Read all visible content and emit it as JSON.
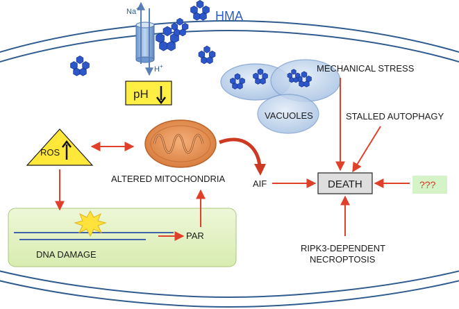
{
  "labels": {
    "na": "Na",
    "na_sup": "+",
    "h": "H",
    "h_sup": "+",
    "hma": "HMA",
    "ph": "pH",
    "ph_arrow": "↓",
    "ros": "ROS",
    "ros_arrow": "↑",
    "vacuoles": "VACUOLES",
    "mechanical_stress": "MECHANICAL STRESS",
    "stalled_autophagy": "STALLED AUTOPHAGY",
    "altered_mitochondria": "ALTERED MITOCHONDRIA",
    "aif": "AIF",
    "death": "DEATH",
    "unknown": "???",
    "par": "PAR",
    "dna_damage": "DNA DAMAGE",
    "necroptosis_line1": "RIPK3-DEPENDENT",
    "necroptosis_line2": "NECROPTOSIS"
  },
  "colors": {
    "arrow": "#e0402a",
    "membrane": "#2f5b8f",
    "molecule": "#2d56c8",
    "hma_text": "#2b5fc6",
    "ph_box": "#ffee44",
    "ros_triangle": "#ffe83a",
    "dna_box": "#e4f2c4",
    "death_box": "#dedede",
    "unknown_box": "#d4f4c8",
    "unknown_text": "#e03020",
    "mito": "#e8935a",
    "vacuole": "#bcd2ea"
  }
}
